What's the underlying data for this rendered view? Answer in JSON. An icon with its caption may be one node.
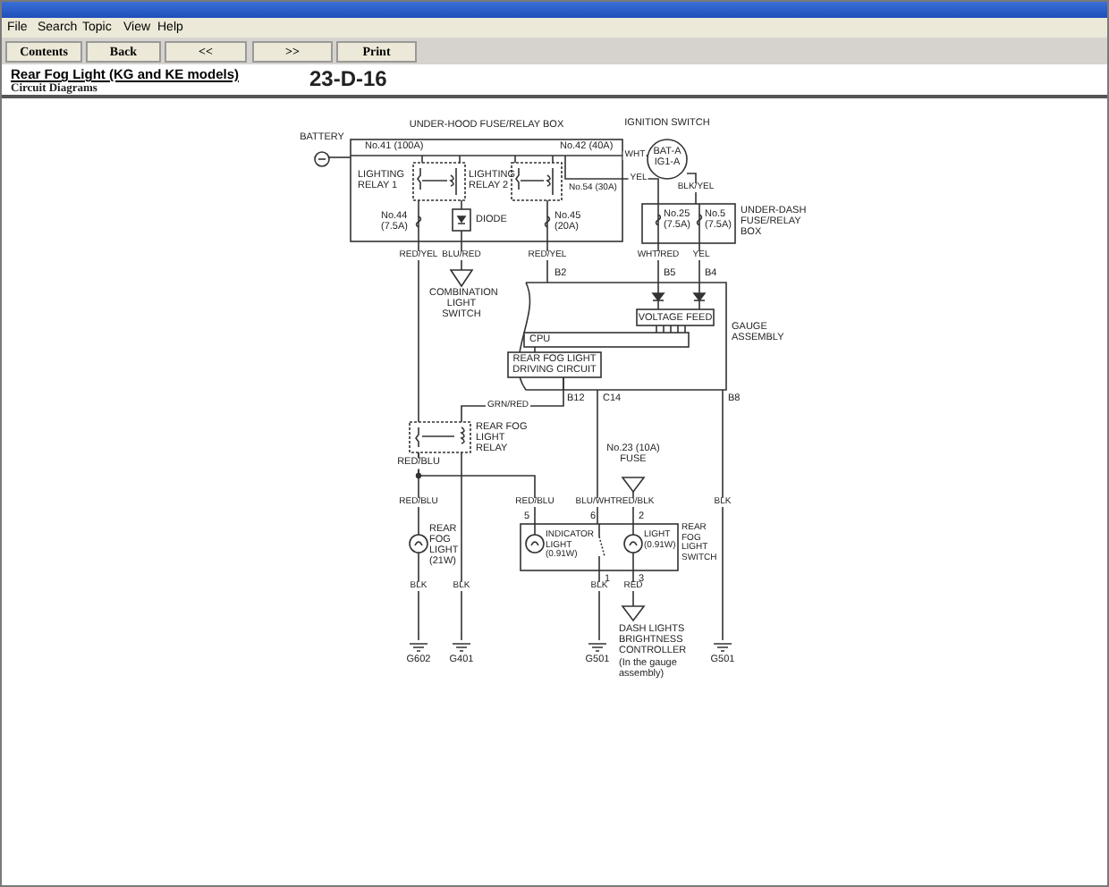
{
  "diagram": {
    "title": "Rear Fog Light (KG and KE models)",
    "nodes": [
      {
        "text": [
          "BATTERY"
        ]
      },
      {
        "text": [
          "UNDER-HOOD FUSE/RELAY BOX"
        ]
      },
      {
        "text": [
          "LIGHTING RELAY 1"
        ],
        "in": 1
      },
      {
        "text": [
          "LIGHTING RELAY 2"
        ],
        "in": 1
      },
      {
        "text": [
          "DIODE"
        ],
        "in": 1
      },
      {
        "text": [
          "IGNITION SWITCH",
          "BAT-A",
          "IG1-A"
        ]
      },
      {
        "text": [
          "UNDER-DASH FUSE/RELAY BOX"
        ]
      },
      {
        "text": [
          "COMBINATION LIGHT SWITCH"
        ]
      },
      {
        "text": [
          "GAUGE ASSEMBLY"
        ]
      },
      {
        "text": [
          "VOLTAGE FEED"
        ],
        "in": 8
      },
      {
        "text": [
          "CPU"
        ],
        "in": 8
      },
      {
        "text": [
          "REAR FOG LIGHT DRIVING CIRCUIT"
        ],
        "in": 8
      },
      {
        "text": [
          "REAR FOG LIGHT RELAY"
        ]
      },
      {
        "text": [
          "No.23 (10A) FUSE"
        ]
      },
      {
        "text": [
          "REAR FOG LIGHT (21W)"
        ]
      },
      {
        "text": [
          "REAR FOG LIGHT SWITCH"
        ]
      },
      {
        "text": [
          "INDICATOR LIGHT (0.91W)"
        ],
        "in": 15
      },
      {
        "text": [
          "LIGHT (0.91W)"
        ],
        "in": 15
      },
      {
        "text": [
          "DASH LIGHTS BRIGHTNESS CONTROLLER",
          "(In the gauge assembly)"
        ]
      },
      {
        "text": [
          "G602"
        ]
      },
      {
        "text": [
          "G401"
        ]
      },
      {
        "text": [
          "G501"
        ]
      },
      {
        "text": [
          "G501"
        ]
      }
    ],
    "edges": [
      {
        "from": 0,
        "to": 1,
        "arrow": "none"
      },
      {
        "from": 1,
        "to": 5,
        "arrow": "none",
        "label": "WHT"
      },
      {
        "from": 1,
        "to": 6,
        "arrow": "none",
        "label": "YEL"
      },
      {
        "from": 5,
        "to": 6,
        "arrow": "none",
        "label": "BLK/YEL"
      },
      {
        "from": 4,
        "to": 7,
        "arrow": "none",
        "label": "BLU/RED"
      },
      {
        "from": 2,
        "to": 12,
        "arrow": "none",
        "label": "RED/YEL"
      },
      {
        "from": 3,
        "to": 8,
        "arrow": "none",
        "label": "RED/YEL"
      },
      {
        "from": 6,
        "to": 9,
        "arrow": "none",
        "label": "WHT/RED"
      },
      {
        "from": 6,
        "to": 9,
        "arrow": "none",
        "label": "YEL"
      },
      {
        "from": 11,
        "to": 12,
        "arrow": "none",
        "label": "GRN/RED"
      },
      {
        "from": 12,
        "to": 14,
        "arrow": "none",
        "label": "RED/BLU"
      },
      {
        "from": 12,
        "to": 16,
        "arrow": "none",
        "label": "RED/BLU"
      },
      {
        "from": 8,
        "to": 15,
        "arrow": "none",
        "label": "BLU/WHT"
      },
      {
        "from": 13,
        "to": 17,
        "arrow": "none",
        "label": "RED/BLK"
      },
      {
        "from": 8,
        "to": 22,
        "arrow": "none",
        "label": "BLK"
      },
      {
        "from": 14,
        "to": 19,
        "arrow": "none",
        "label": "BLK"
      },
      {
        "from": 12,
        "to": 20,
        "arrow": "none",
        "label": "BLK"
      },
      {
        "from": 15,
        "to": 21,
        "arrow": "none",
        "label": "BLK"
      },
      {
        "from": 17,
        "to": 18,
        "arrow": "none",
        "label": "RED"
      }
    ],
    "labels": [
      "File",
      "Search",
      "Topic",
      "View",
      "Help",
      "Contents",
      "Back",
      "<<",
      ">>",
      "Print",
      "Circuit Diagrams",
      "23-D-16",
      "No.41 (100A)",
      "No.42 (40A)",
      "No.54 (30A)",
      "No.44 (7.5A)",
      "No.45 (20A)",
      "No.25 (7.5A)",
      "No.5 (7.5A)",
      "B2",
      "B5",
      "B4",
      "B12",
      "C14",
      "B8",
      "RED/BLU",
      "5",
      "6",
      "2",
      "1",
      "3"
    ]
  }
}
